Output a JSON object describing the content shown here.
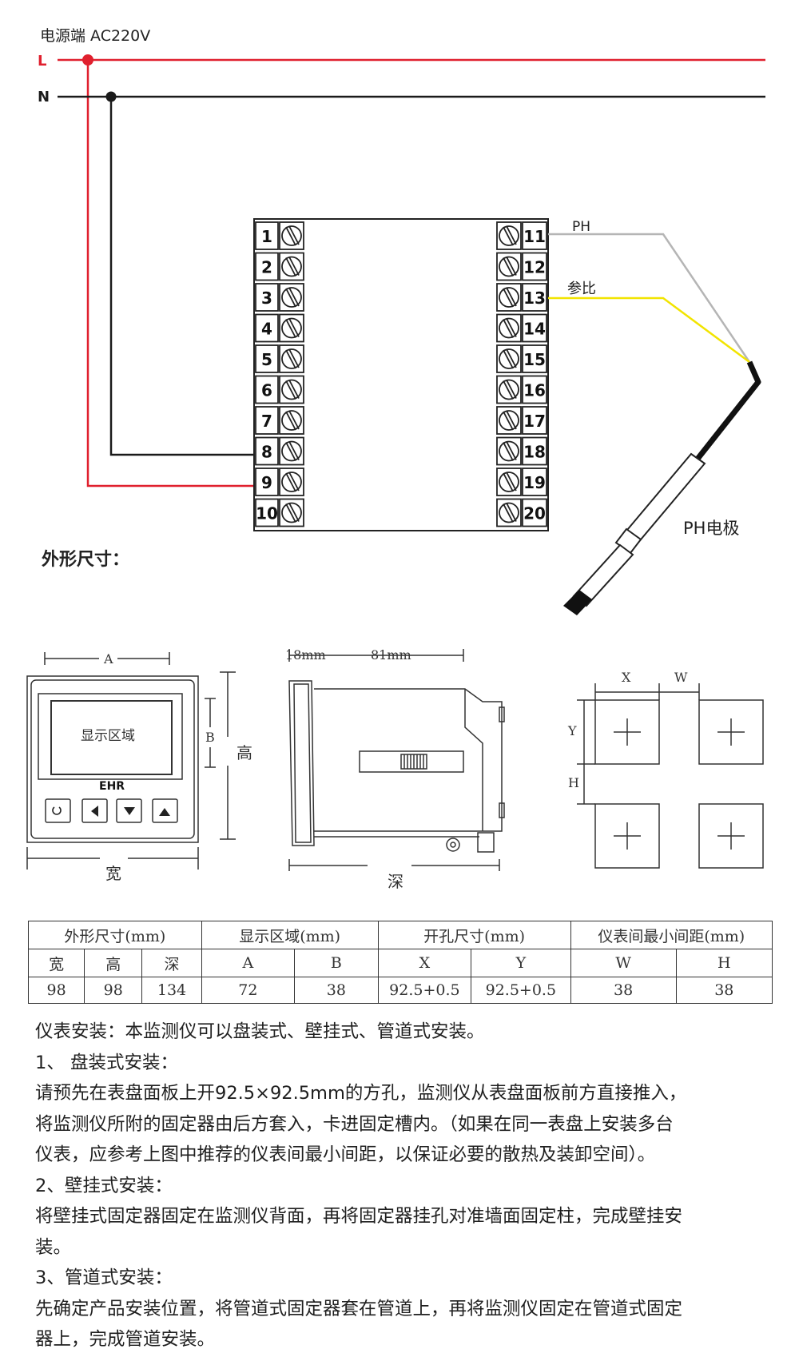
{
  "wiring": {
    "power_label": "电源端  AC220V",
    "line_l": "L",
    "line_n": "N",
    "terminals_left": [
      "1",
      "2",
      "3",
      "4",
      "5",
      "6",
      "7",
      "8",
      "9",
      "10"
    ],
    "terminals_right": [
      "11",
      "12",
      "13",
      "14",
      "15",
      "16",
      "17",
      "18",
      "19",
      "20"
    ],
    "ph_wire_label": "PH",
    "ref_wire_label": "参比",
    "electrode_label": "PH电极",
    "colors": {
      "live": "#e0202e",
      "neutral": "#1a1a1a",
      "ph_wire": "#b5b5b5",
      "ref_wire": "#f2e400"
    }
  },
  "dimensions_section": {
    "heading": "外形尺寸：",
    "front": {
      "label_a": "A",
      "label_b": "B",
      "height_label": "高",
      "width_label": "宽",
      "display_label": "显示区域",
      "brand": "EHR"
    },
    "side": {
      "dim1": "18mm",
      "dim2": "81mm",
      "depth_label": "深"
    },
    "cutout": {
      "x": "X",
      "w": "W",
      "y": "Y",
      "h": "H"
    }
  },
  "table": {
    "groups": [
      "外形尺寸(mm)",
      "显示区域(mm)",
      "开孔尺寸(mm)",
      "仪表间最小间距(mm)"
    ],
    "subheaders": [
      "宽",
      "高",
      "深",
      "A",
      "B",
      "X",
      "Y",
      "W",
      "H"
    ],
    "values": [
      "98",
      "98",
      "134",
      "72",
      "38",
      "92.5+0.5",
      "92.5+0.5",
      "38",
      "38"
    ]
  },
  "instructions": {
    "intro": "仪表安装：本监测仪可以盘装式、壁挂式、管道式安装。",
    "h1": "1、 盘装式安装：",
    "p1_l1": "请预先在表盘面板上开92.5×92.5mm的方孔，监测仪从表盘面板前方直接推入，",
    "p1_l2": "将监测仪所附的固定器由后方套入，卡进固定槽内。（如果在同一表盘上安装多台",
    "p1_l3": "仪表，应参考上图中推荐的仪表间最小间距，以保证必要的散热及装卸空间）。",
    "h2": "2、壁挂式安装：",
    "p2_l1": "将壁挂式固定器固定在监测仪背面，再将固定器挂孔对准墙面固定柱，完成壁挂安",
    "p2_l2": "装。",
    "h3": "3、管道式安装：",
    "p3_l1": "先确定产品安装位置，将管道式固定器套在管道上，再将监测仪固定在管道式固定",
    "p3_l2": "器上，完成管道安装。"
  }
}
